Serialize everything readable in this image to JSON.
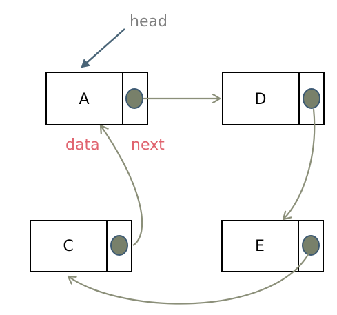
{
  "diagram": {
    "head_label": "head",
    "field_labels": {
      "data": "data",
      "next": "next"
    },
    "nodes": [
      {
        "id": "A",
        "label": "A"
      },
      {
        "id": "D",
        "label": "D"
      },
      {
        "id": "C",
        "label": "C"
      },
      {
        "id": "E",
        "label": "E"
      }
    ],
    "links": [
      {
        "from": "A",
        "to": "D"
      },
      {
        "from": "D",
        "to": "E"
      },
      {
        "from": "E",
        "to": "C"
      },
      {
        "from": "C",
        "to": "A"
      }
    ],
    "colors": {
      "head_arrow": "#4a6578",
      "head_text": "#7f7f7f",
      "pointer_dot": "#78806a",
      "pointer_dot_stroke": "#3d5a73",
      "link_arrow": "#8b8f79",
      "caption_text": "#e0636e",
      "node_border": "#000000"
    }
  }
}
